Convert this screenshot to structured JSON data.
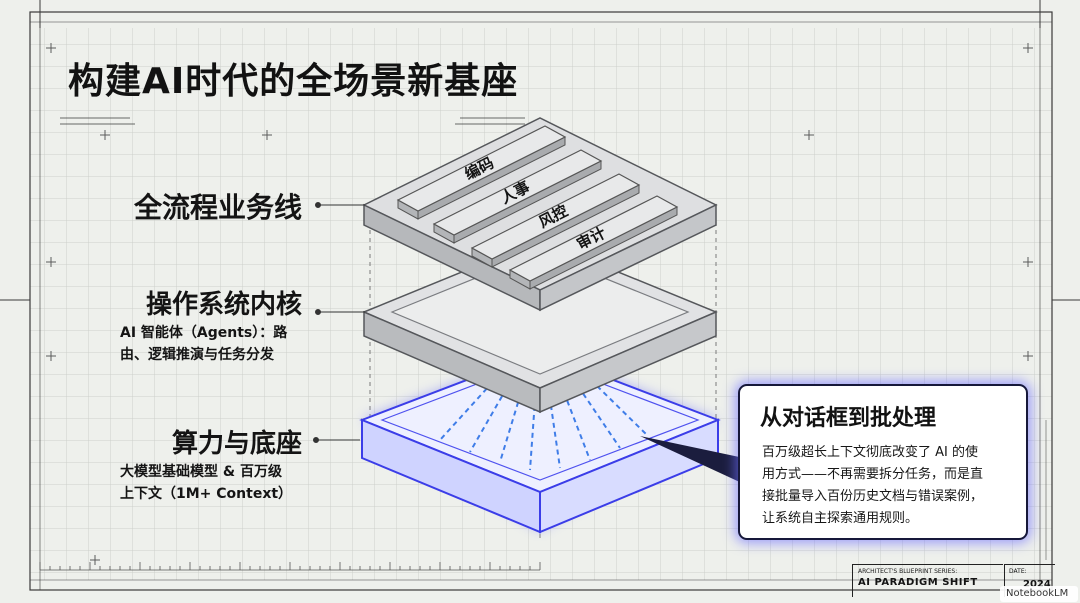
{
  "title": "构建AI时代的全场景新基座",
  "layers": {
    "top": {
      "label": "全流程业务线"
    },
    "middle": {
      "label": "操作系统内核",
      "sub_line1": "AI 智能体（Agents）：路",
      "sub_line2": "由、逻辑推演与任务分发"
    },
    "bottom": {
      "label": "算力与底座",
      "sub_line1": "大模型基础模型 & 百万级",
      "sub_line2": "上下文（1M+ Context）"
    }
  },
  "modules": [
    "编码",
    "人事",
    "风控",
    "审计"
  ],
  "callout": {
    "title": "从对话框到批处理",
    "line1": "百万级超长上下文彻底改变了 AI 的使",
    "line2": "用方式——不再需要拆分任务，而是直",
    "line3": "接批量导入百份历史文档与错误案例，",
    "line4": "让系统自主探索通用规则。"
  },
  "footer": {
    "series_small": "ARCHITECT'S BLUEPRINT SERIES:",
    "series_main": "AI PARADIGM SHIFT",
    "date_label": "DATE:",
    "date_value": "2024"
  },
  "watermark": "NotebookLM",
  "colors": {
    "accent_glow": "#5a5cff",
    "layer_face": "#dcdddf",
    "grid": "#c9ccc6"
  }
}
